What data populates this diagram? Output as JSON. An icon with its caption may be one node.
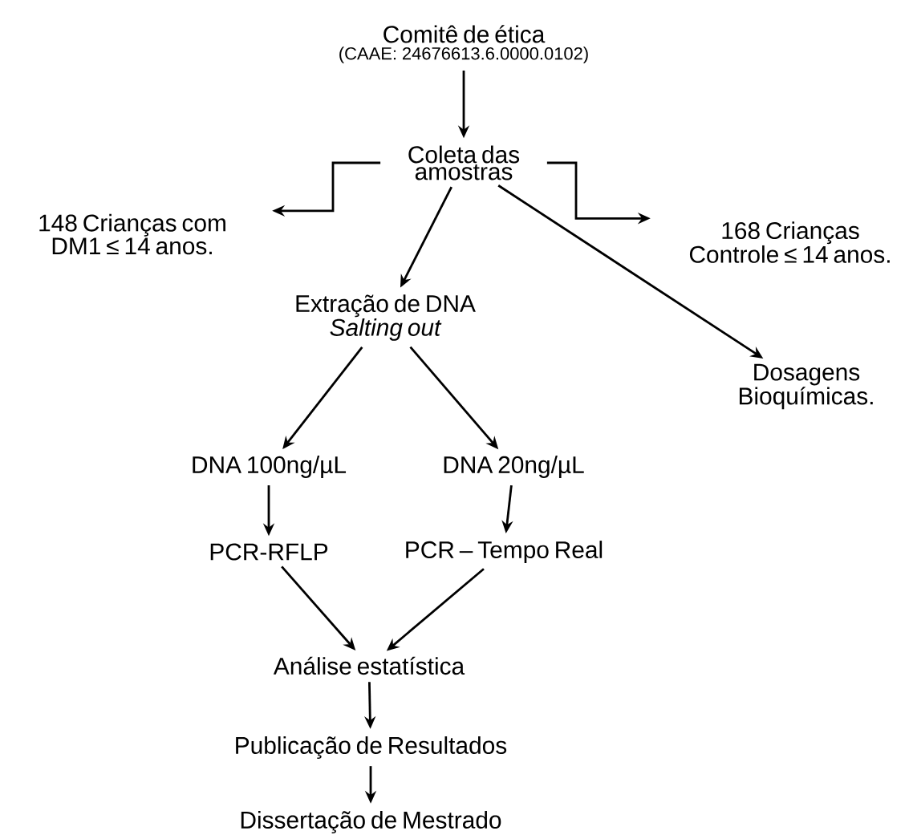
{
  "diagram": {
    "nodes": [
      {
        "text": [
          "Comitê de ética",
          "(CAAE: 24676613.6.0000.0102)"
        ]
      },
      {
        "text": [
          "Coleta das amostras"
        ]
      },
      {
        "text": [
          "148 Crianças com DM1 ≤ 14 anos."
        ]
      },
      {
        "text": [
          "168 Crianças Controle ≤ 14 anos."
        ]
      },
      {
        "text": [
          "Extração de DNA",
          "Salting out"
        ]
      },
      {
        "text": [
          "Dosagens Bioquímicas."
        ]
      },
      {
        "text": [
          "DNA 100ng/µL"
        ]
      },
      {
        "text": [
          "DNA 20ng/µL"
        ]
      },
      {
        "text": [
          "PCR-RFLP"
        ]
      },
      {
        "text": [
          "PCR – Tempo Real"
        ]
      },
      {
        "text": [
          "Análise estatística"
        ]
      },
      {
        "text": [
          "Publicação de Resultados"
        ]
      },
      {
        "text": [
          "Dissertação de Mestrado"
        ]
      }
    ],
    "edges": [
      {
        "from": 0,
        "to": 1,
        "arrow": "to"
      },
      {
        "from": 1,
        "to": 2,
        "arrow": "to"
      },
      {
        "from": 1,
        "to": 3,
        "arrow": "to"
      },
      {
        "from": 1,
        "to": 4,
        "arrow": "to"
      },
      {
        "from": 1,
        "to": 5,
        "arrow": "to"
      },
      {
        "from": 4,
        "to": 6,
        "arrow": "to"
      },
      {
        "from": 4,
        "to": 7,
        "arrow": "to"
      },
      {
        "from": 6,
        "to": 8,
        "arrow": "to"
      },
      {
        "from": 7,
        "to": 9,
        "arrow": "to"
      },
      {
        "from": 8,
        "to": 10,
        "arrow": "to"
      },
      {
        "from": 9,
        "to": 10,
        "arrow": "to"
      },
      {
        "from": 10,
        "to": 11,
        "arrow": "to"
      },
      {
        "from": 11,
        "to": 12,
        "arrow": "to"
      }
    ]
  }
}
